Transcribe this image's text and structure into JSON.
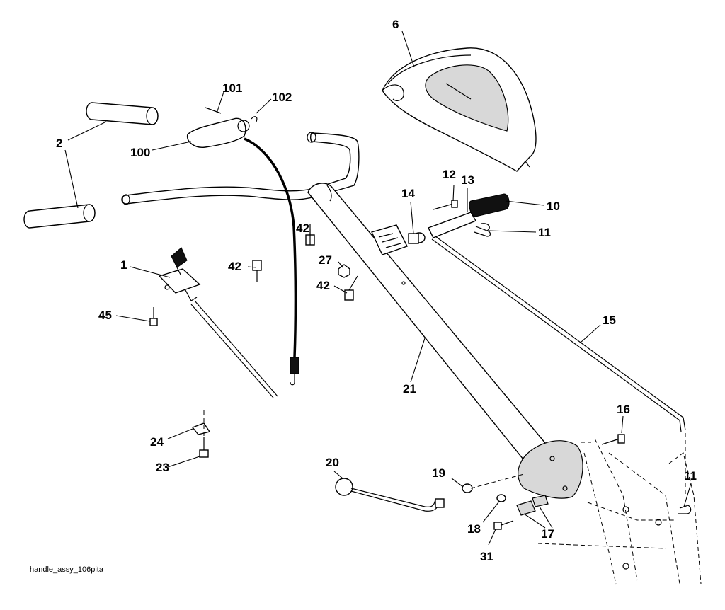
{
  "caption": "handle_assy_106pita",
  "callouts": [
    {
      "id": "1",
      "text": "1"
    },
    {
      "id": "2",
      "text": "2"
    },
    {
      "id": "6",
      "text": "6"
    },
    {
      "id": "10",
      "text": "10"
    },
    {
      "id": "11a",
      "text": "11"
    },
    {
      "id": "11b",
      "text": "11"
    },
    {
      "id": "12",
      "text": "12"
    },
    {
      "id": "13",
      "text": "13"
    },
    {
      "id": "14",
      "text": "14"
    },
    {
      "id": "15",
      "text": "15"
    },
    {
      "id": "16",
      "text": "16"
    },
    {
      "id": "17",
      "text": "17"
    },
    {
      "id": "18",
      "text": "18"
    },
    {
      "id": "19",
      "text": "19"
    },
    {
      "id": "20",
      "text": "20"
    },
    {
      "id": "21",
      "text": "21"
    },
    {
      "id": "23",
      "text": "23"
    },
    {
      "id": "24",
      "text": "24"
    },
    {
      "id": "27",
      "text": "27"
    },
    {
      "id": "31",
      "text": "31"
    },
    {
      "id": "42a",
      "text": "42"
    },
    {
      "id": "42b",
      "text": "42"
    },
    {
      "id": "42c",
      "text": "42"
    },
    {
      "id": "45",
      "text": "45"
    },
    {
      "id": "100",
      "text": "100"
    },
    {
      "id": "101",
      "text": "101"
    },
    {
      "id": "102",
      "text": "102"
    }
  ]
}
